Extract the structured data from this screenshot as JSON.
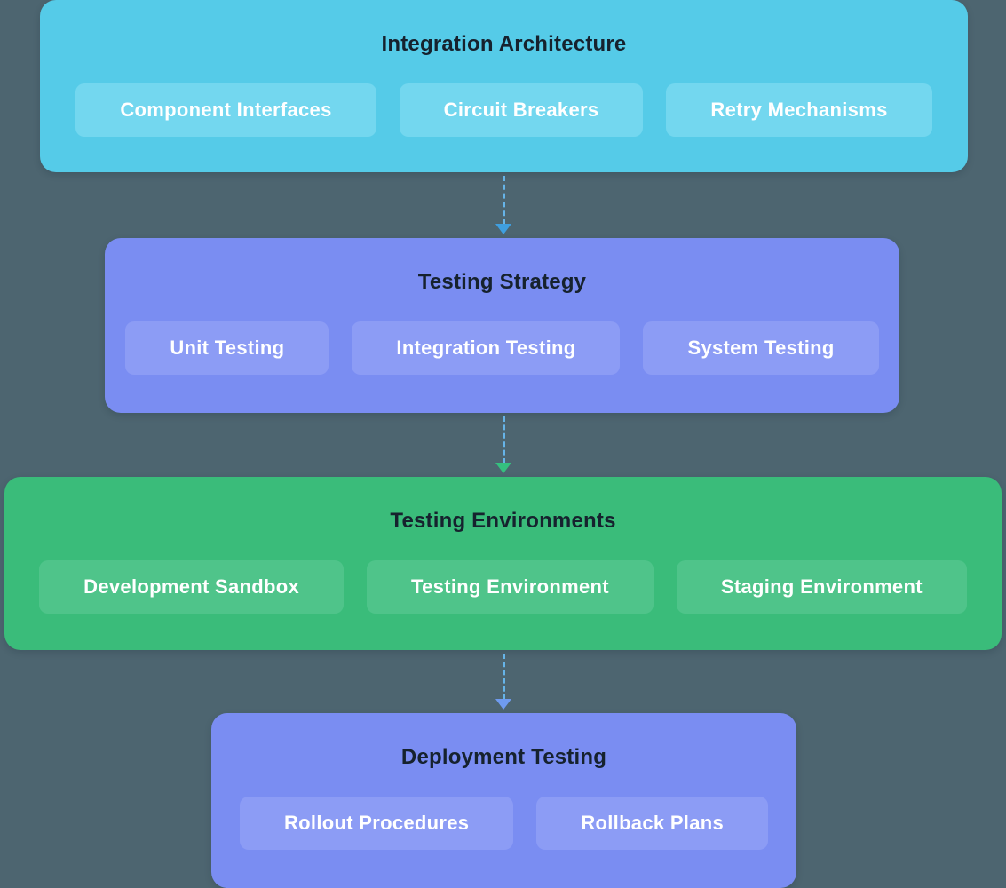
{
  "diagram": {
    "stages": [
      {
        "id": "integration-architecture",
        "title": "Integration Architecture",
        "items": [
          "Component Interfaces",
          "Circuit Breakers",
          "Retry Mechanisms"
        ]
      },
      {
        "id": "testing-strategy",
        "title": "Testing Strategy",
        "items": [
          "Unit Testing",
          "Integration Testing",
          "System Testing"
        ]
      },
      {
        "id": "testing-environments",
        "title": "Testing Environments",
        "items": [
          "Development Sandbox",
          "Testing Environment",
          "Staging Environment"
        ]
      },
      {
        "id": "deployment-testing",
        "title": "Deployment Testing",
        "items": [
          "Rollout Procedures",
          "Rollback Plans"
        ]
      }
    ],
    "connectors": [
      {
        "from": "integration-architecture",
        "to": "testing-strategy",
        "style": "dashed-line-down-arrow"
      },
      {
        "from": "testing-strategy",
        "to": "testing-environments",
        "style": "dashed-line-down-arrow"
      },
      {
        "from": "testing-environments",
        "to": "deployment-testing",
        "style": "dashed-line-down-arrow"
      }
    ]
  },
  "icons": {
    "arrow_down": "dashed vertical line with solid triangle arrowhead"
  },
  "colors": {
    "page_bg": "#4d6570",
    "stage1_bg": "#55cbe8",
    "stage1_chip": "#73d7ef",
    "stage2_bg": "#7a8df2",
    "stage2_chip": "#8c9cf5",
    "stage3_bg": "#3abc7a",
    "stage3_chip": "#4fc48a",
    "stage4_bg": "#7a8df2",
    "stage4_chip": "#8c9cf5",
    "title_text": "#16222e",
    "chip_text": "#ffffff",
    "arrow": "#66b4e8",
    "arrow_head_1": "#3f9fe0",
    "arrow_head_2": "#35c07f",
    "arrow_head_3": "#6f9bef"
  }
}
